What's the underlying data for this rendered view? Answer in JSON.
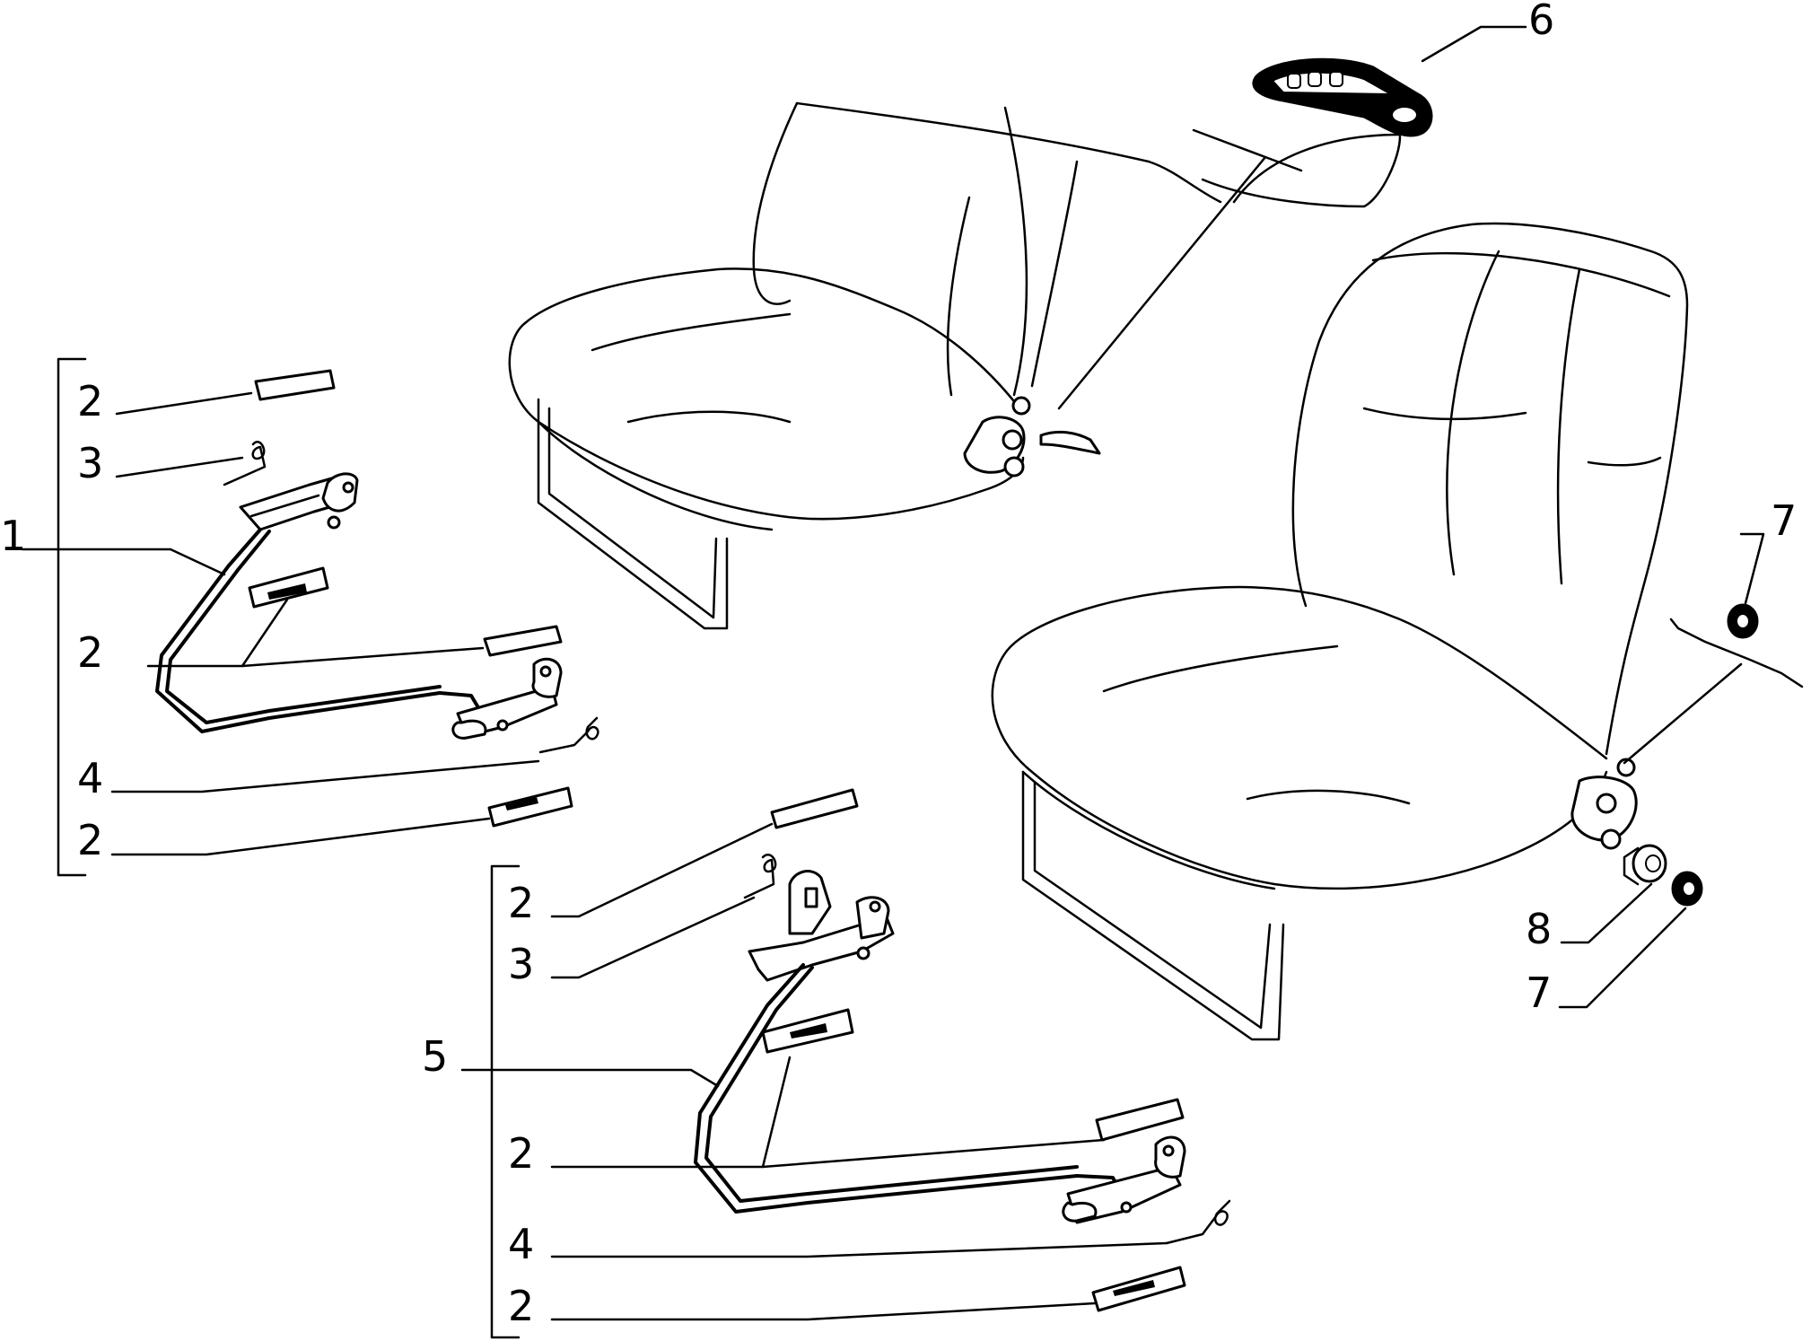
{
  "callouts": {
    "c1": "1",
    "c2_a": "2",
    "c3_a": "3",
    "c2_b": "2",
    "c4_a": "4",
    "c2_c": "2",
    "c2_d": "2",
    "c3_b": "3",
    "c5": "5",
    "c2_e": "2",
    "c4_b": "4",
    "c2_f": "2",
    "c6": "6",
    "c7_a": "7",
    "c8": "8",
    "c7_b": "7"
  }
}
